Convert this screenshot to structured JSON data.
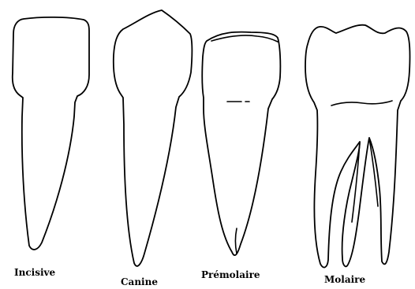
{
  "labels": {
    "incisive": "Incisive",
    "canine": "Canine",
    "premolaire": "Prémolaire",
    "molaire": "Molaire"
  },
  "colors": {
    "outline": "#000000",
    "background": "#ffffff"
  }
}
